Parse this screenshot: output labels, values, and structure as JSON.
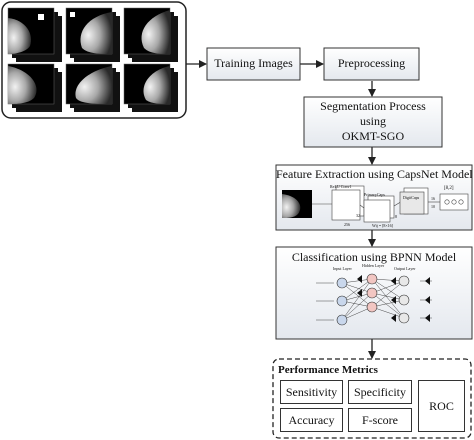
{
  "steps": {
    "training_images": "Training Images",
    "preprocessing": "Preprocessing",
    "segmentation_line1": "Segmentation Process",
    "segmentation_line2": "using",
    "segmentation_line3": "OKMT-SGO",
    "feature_extraction": "Feature Extraction using CapsNet Model",
    "classification": "Classification using BPNN Model",
    "performance_title": "Performance Metrics"
  },
  "capsnet_fig": {
    "conv_label": "ReLU Conv1",
    "primary_caps": "PrimaryCaps",
    "digit_caps": "DigitCaps",
    "dim": "[8,2]",
    "w_label": "Wij = [8×16]",
    "num1": "256",
    "num2": "32",
    "num3": "8",
    "num4": "16",
    "num5": "10"
  },
  "bpnn_fig": {
    "input_layer": "Input Layer",
    "hidden_layer": "Hidden Layer",
    "output_layer": "Output Layer"
  },
  "metrics": [
    "Sensitivity",
    "Specificity",
    "Accuracy",
    "F-score",
    "ROC"
  ]
}
